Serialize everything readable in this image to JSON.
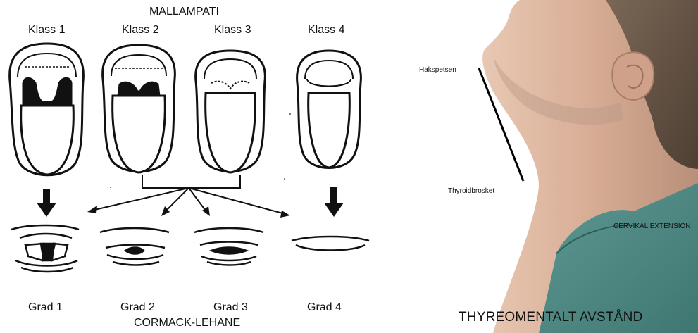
{
  "top_title": "MALLAMPATI",
  "bottom_title": "CORMACK-LEHANE",
  "klass": [
    "Klass 1",
    "Klass 2",
    "Klass 3",
    "Klass 4"
  ],
  "grad": [
    "Grad 1",
    "Grad  2",
    "Grad  3",
    "Grad  4"
  ],
  "photo_labels": {
    "chin": "Hakspetsen",
    "thyroid": "Thyroidbrosket",
    "extension": "CERVIKAL EXTENSION",
    "title": "THYREOMENTALT AVSTÅND"
  }
}
